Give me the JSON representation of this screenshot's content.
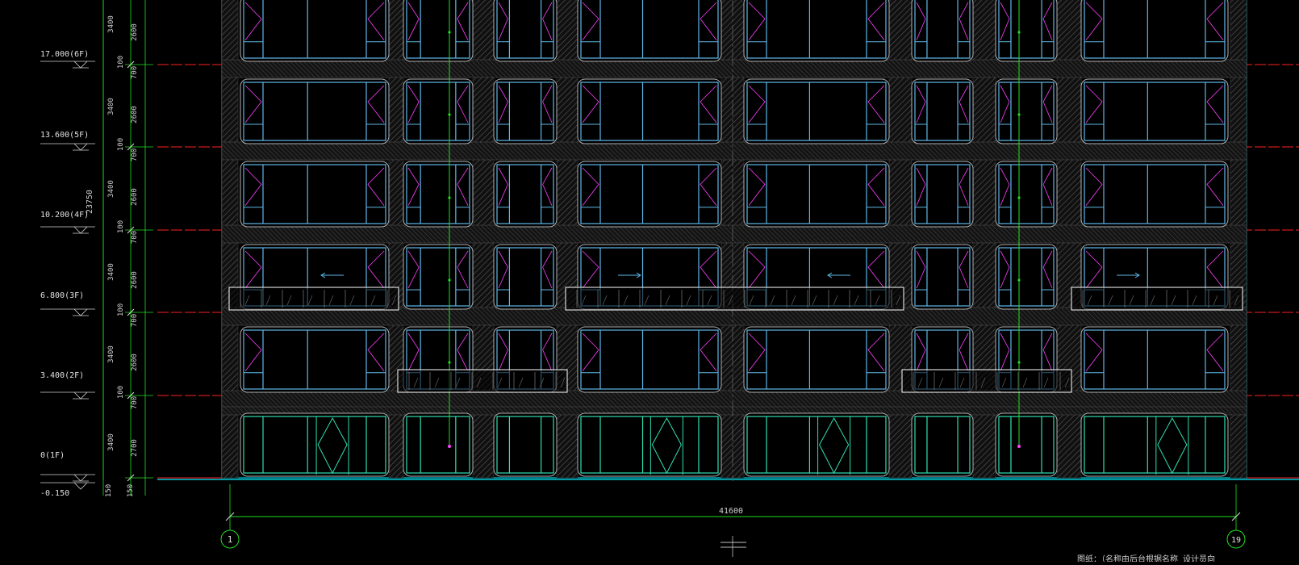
{
  "drawing": {
    "colors": {
      "background": "#000000",
      "frame": "#00c8d8",
      "window": "#5fb8e8",
      "shop": "#30e0b0",
      "floorline": "#ff2020",
      "axis": "#20e020",
      "hatch": "#606060",
      "diag": "#ff40ff",
      "dim": "#c8c8c8",
      "rail": "#ffffff"
    },
    "levels": [
      {
        "label": "17.000(6F)"
      },
      {
        "label": "13.600(5F)"
      },
      {
        "label": "10.200(4F)"
      },
      {
        "label": "6.800(3F)"
      },
      {
        "label": "3.400(2F)"
      },
      {
        "label": "0(1F)"
      }
    ],
    "ground_label": "-0.150",
    "total_height": "23750",
    "floor_dims": {
      "storey": "3400",
      "window": "2600",
      "sill": "700",
      "slab": "100",
      "ground_storey_window": "2700"
    },
    "base_dims": [
      "150",
      "150"
    ],
    "total_width": "41600",
    "axis_labels": [
      "1",
      "19"
    ],
    "footer_text": "图纸：（名称由后台根据名称 设计员向"
  }
}
